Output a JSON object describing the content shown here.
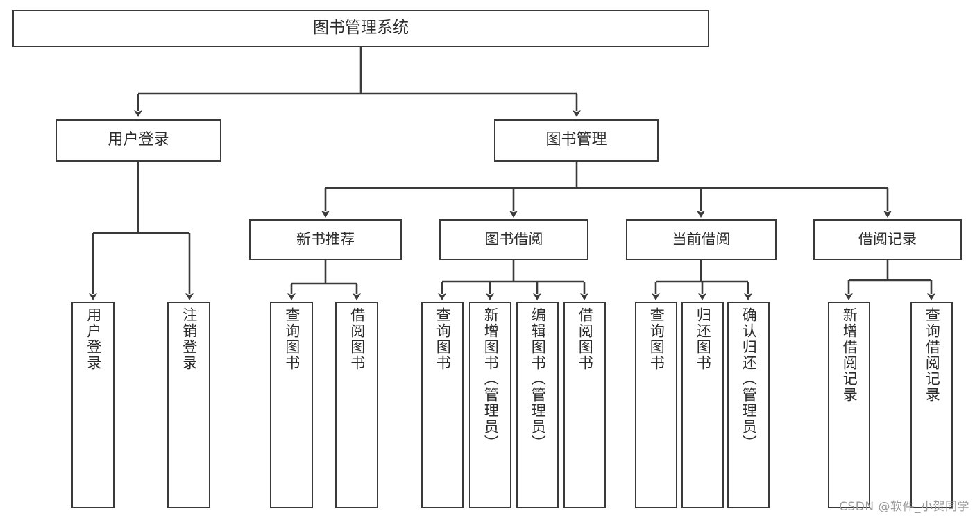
{
  "diagram": {
    "title": "图书管理系统",
    "type": "tree-hierarchy-chart",
    "root": {
      "label": "图书管理系统"
    },
    "level2": [
      {
        "id": "user-login",
        "label": "用户登录"
      },
      {
        "id": "book-management",
        "label": "图书管理"
      }
    ],
    "level3": [
      {
        "id": "new-book-recommend",
        "label": "新书推荐",
        "parent": "book-management"
      },
      {
        "id": "book-borrow",
        "label": "图书借阅",
        "parent": "book-management"
      },
      {
        "id": "current-borrow",
        "label": "当前借阅",
        "parent": "book-management"
      },
      {
        "id": "borrow-record",
        "label": "借阅记录",
        "parent": "book-management"
      }
    ],
    "leaves": [
      {
        "id": "leaf-user-login",
        "label": "用户登录",
        "parent": "user-login"
      },
      {
        "id": "leaf-logout-login",
        "label": "注销登录",
        "parent": "user-login"
      },
      {
        "id": "leaf-query-book-1",
        "label": "查询图书",
        "parent": "new-book-recommend"
      },
      {
        "id": "leaf-borrow-book-1",
        "label": "借阅图书",
        "parent": "new-book-recommend"
      },
      {
        "id": "leaf-query-book-2",
        "label": "查询图书",
        "parent": "book-borrow"
      },
      {
        "id": "leaf-add-book",
        "label": "新增图书（管理员）",
        "parent": "book-borrow"
      },
      {
        "id": "leaf-edit-book",
        "label": "编辑图书（管理员）",
        "parent": "book-borrow"
      },
      {
        "id": "leaf-borrow-book-2",
        "label": "借阅图书",
        "parent": "book-borrow"
      },
      {
        "id": "leaf-query-book-3",
        "label": "查询图书",
        "parent": "current-borrow"
      },
      {
        "id": "leaf-return-book",
        "label": "归还图书",
        "parent": "current-borrow"
      },
      {
        "id": "leaf-confirm-return",
        "label": "确认归还（管理员）",
        "parent": "current-borrow"
      },
      {
        "id": "leaf-add-record",
        "label": "新增借阅记录",
        "parent": "borrow-record"
      },
      {
        "id": "leaf-query-record",
        "label": "查询借阅记录",
        "parent": "borrow-record"
      }
    ]
  },
  "watermark": {
    "text": "CSDN @软件_小贺同学"
  },
  "colors": {
    "stroke": "#3a3a3a",
    "text": "#2b2b2b",
    "background": "#ffffff",
    "watermark": "#9a9a9a"
  }
}
